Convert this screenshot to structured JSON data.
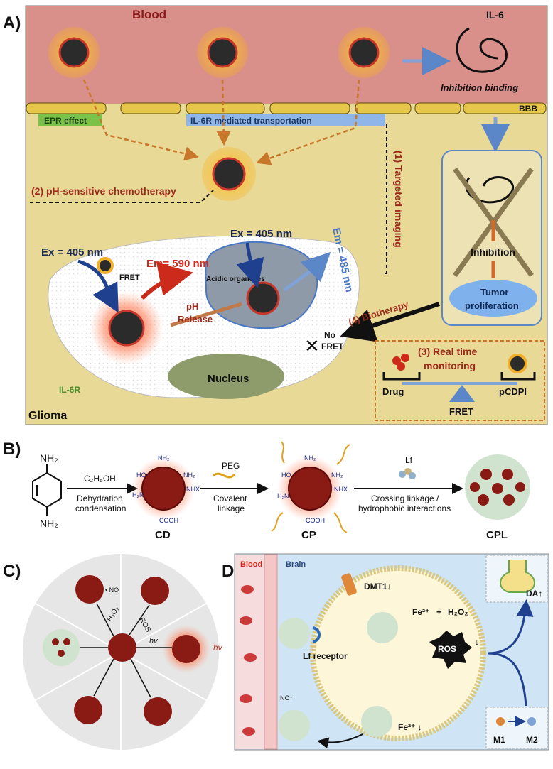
{
  "panel_a": {
    "label": "A)",
    "blood": "Blood",
    "il6": "IL-6",
    "inhibition_binding": "Inhibition binding",
    "bbb": "BBB",
    "epr_effect": "EPR effect",
    "il6r_transport": "IL-6R mediated transportation",
    "targeted_imaging": "(1) Targeted imaging",
    "ph_chemo": "(2) pH-sensitive  chemotherapy",
    "ex_left": "Ex = 405 nm",
    "ex_mid": "Ex = 405 nm",
    "em_590": "Em= 590 nm",
    "em_485": "Em = 485 nm",
    "fret": "FRET",
    "acidic_organelles": "Acidic organelles",
    "ph": "pH",
    "release": "Release",
    "no": "No",
    "no_fret": "FRET",
    "nucleus": "Nucleus",
    "il6r": "IL-6R",
    "glioma": "Glioma",
    "inhibition": "Inhibition",
    "tumor": "Tumor",
    "proliferation": "proliferation",
    "biotherapy": "(4) Biotherapy",
    "real_time": "(3) Real time",
    "monitoring": "monitoring",
    "drug": "Drug",
    "pcdpi": "pCDPI",
    "fret_bottom": "FRET"
  },
  "panel_b": {
    "label": "B)",
    "nh2_top": "NH₂",
    "nh2_bottom": "NH₂",
    "reagent1": "C₂H₅OH",
    "step1_line1": "Dehydration",
    "step1_line2": "condensation",
    "reagent2": "PEG",
    "step2_line1": "Covalent",
    "step2_line2": "linkage",
    "reagent3": "Lf",
    "step3_line1": "Crossing linkage /",
    "step3_line2": "hydrophobic interactions",
    "cd": "CD",
    "cp": "CP",
    "cpl": "CPL",
    "g_ho": "HO",
    "g_nh2": "NH₂",
    "g_nhx": "NHX",
    "g_cooh": "COOH",
    "g_h2n": "H₂N"
  },
  "panel_c": {
    "label": "C)",
    "h2o2": "H₂O₂",
    "ros": "ROS",
    "hv1": "hv",
    "hv2": "hv",
    "no": "• NO"
  },
  "panel_d": {
    "label": "D)",
    "blood": "Blood",
    "brain": "Brain",
    "dmt1": "DMT1↓",
    "fe2": "Fe²⁺",
    "plus": "+",
    "h2o2": "H₂O₂",
    "ros": "ROS",
    "ros_arrow": "↓",
    "lf_receptor": "Lf receptor",
    "no": "NO↑",
    "fe2_down": "Fe²⁺ ↓",
    "da": "DA↑",
    "m1": "M1",
    "m2": "M2"
  }
}
